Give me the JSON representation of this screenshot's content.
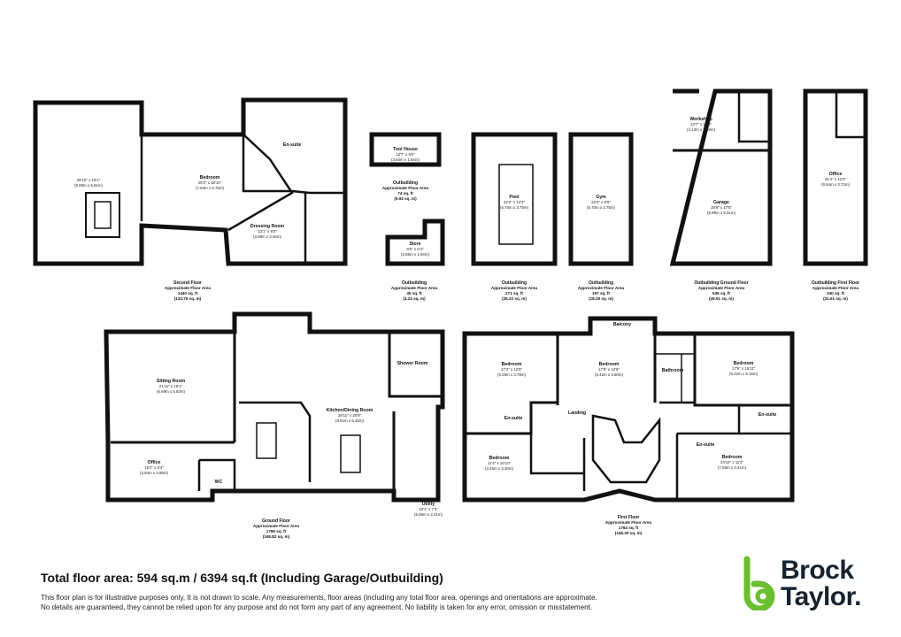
{
  "total_floor_area": "Total floor area: 594 sq.m / 6394 sq.ft (Including Garage/Outbuilding)",
  "disclaimer": {
    "line1": "This floor plan is for illustrative purposes only, It is not drawn to scale. Any measurements, floor areas (including any total floor area, openings and orientations are approximate.",
    "line2": "No details are guaranteed, they cannot be relied upon for any purpose and do not form any part of any agreement. No liability is taken for any error, omission or misstatement."
  },
  "brand": {
    "line1": "Brock",
    "line2": "Taylor.",
    "color": "#17232e",
    "accent": "#6abf2e"
  },
  "rooms": {
    "second_loft": {
      "dim1": "29'10\" x 19'1\"",
      "dim2": "(9.09m x 5.81m)"
    },
    "second_bedroom": {
      "name": "Bedroom",
      "dim1": "25'0\" x 18'10\"",
      "dim2": "(7.63m x 5.75m)"
    },
    "ensuite_top": {
      "name": "En-suite"
    },
    "dressing": {
      "name": "Dressing Room",
      "dim1": "13'1\" x 8'0\"",
      "dim2": "(3.98m x 2.45m)"
    },
    "toolhouse": {
      "name": "Tool House",
      "dim1": "12'7\" x 6'0\"",
      "dim2": "(3.84m x 1.84m)"
    },
    "store": {
      "name": "Store",
      "dim1": "9'5\" x 6'4\"",
      "dim2": "(2.86m x 1.94m)"
    },
    "pool": {
      "name": "Pool",
      "dim1": "22'2\" x 12'4\"",
      "dim2": "(6.76m x 3.75m)"
    },
    "gym": {
      "name": "Gym",
      "dim1": "22'0\" x 9'0\"",
      "dim2": "(6.70m x 2.75m)"
    },
    "workshop": {
      "name": "Workshop",
      "dim1": "13'7\" x 10'9\"",
      "dim2": "(4.13m x 3.28m)"
    },
    "garage": {
      "name": "Garage",
      "dim1": "19'8\" x 17'5\"",
      "dim2": "(5.99m x 5.31m)"
    },
    "office_out": {
      "name": "Office",
      "dim1": "31'4\" x 12'2\"",
      "dim2": "(9.54m x 3.72m)"
    },
    "sitting": {
      "name": "Sitting Room",
      "dim1": "21'11\" x 19'1\"",
      "dim2": "(6.69m x 5.82m)"
    },
    "kitchen": {
      "name": "Kitchen/Dining Room",
      "dim1": "28'11\" x 20'9\"",
      "dim2": "(8.81m x 6.16m)"
    },
    "shower": {
      "name": "Shower Room"
    },
    "office": {
      "name": "Office",
      "dim1": "16'2\" x 9'4\"",
      "dim2": "(4.94m x 2.85m)"
    },
    "wc": {
      "name": "WC"
    },
    "utility": {
      "name": "Utility",
      "dim1": "19'1\" x 7'3\"",
      "dim2": "(5.86m x 2.21m)"
    },
    "bed1": {
      "name": "Bedroom",
      "dim1": "17'4\" x 12'5\"",
      "dim2": "(5.29m x 3.78m)"
    },
    "bed2": {
      "name": "Bedroom",
      "dim1": "17'9\" x 12'6\"",
      "dim2": "(5.42m x 3.80m)"
    },
    "bed3": {
      "name": "Bedroom",
      "dim1": "17'9\" x 16'11\"",
      "dim2": "(5.42m x 5.15m)"
    },
    "bathroom": {
      "name": "Bathroom"
    },
    "balcony": {
      "name": "Balcony"
    },
    "ensuite1": {
      "name": "En-suite"
    },
    "ensuite2": {
      "name": "En-suite"
    },
    "ensuite3": {
      "name": "En-suite"
    },
    "landing": {
      "name": "Landing"
    },
    "bed4": {
      "name": "Bedroom",
      "dim1": "11'4\" x 10'10\"",
      "dim2": "(3.45m x 3.30m)"
    },
    "bed5": {
      "name": "Bedroom",
      "dim1": "24'10\" x 11'2\"",
      "dim2": "(7.56m x 3.41m)"
    }
  },
  "captions": {
    "second_floor": {
      "l1": "Second Floor",
      "l2": "Approximate Floor Area",
      "l3": "1440 sq. ft",
      "l4": "(133.78 sq. m)"
    },
    "outbuilding_a": {
      "l1": "Outbuilding",
      "l2": "Approximate Floor Area",
      "l3": "74 sq. ft",
      "l4": "(6.93 sq. m)"
    },
    "outbuilding_b": {
      "l1": "Outbuilding",
      "l2": "Approximate Floor Area",
      "l3": "45 sq. ft",
      "l4": "(4.24 sq. m)"
    },
    "outbuilding_c": {
      "l1": "Outbuilding",
      "l2": "Approximate Floor Area",
      "l3": "271 sq. ft",
      "l4": "(25.22 sq. m)"
    },
    "outbuilding_d": {
      "l1": "Outbuilding",
      "l2": "Approximate Floor Area",
      "l3": "197 sq. ft",
      "l4": "(18.29 sq. m)"
    },
    "out_ground": {
      "l1": "Outbuilding Ground Floor",
      "l2": "Approximate Floor Area",
      "l3": "536 sq. ft",
      "l4": "(49.91 sq. m)"
    },
    "out_first": {
      "l1": "Outbuilding First Floor",
      "l2": "Approximate Floor Area",
      "l3": "340 sq. ft",
      "l4": "(31.61 sq. m)"
    },
    "ground_floor": {
      "l1": "Ground Floor",
      "l2": "Approximate Floor Area",
      "l3": "1785 sq. ft",
      "l4": "(165.82 sq. m)"
    },
    "first_floor": {
      "l1": "First Floor",
      "l2": "Approximate Floor Area",
      "l3": "1764 sq. ft",
      "l4": "(166.30 sq. m)"
    }
  }
}
